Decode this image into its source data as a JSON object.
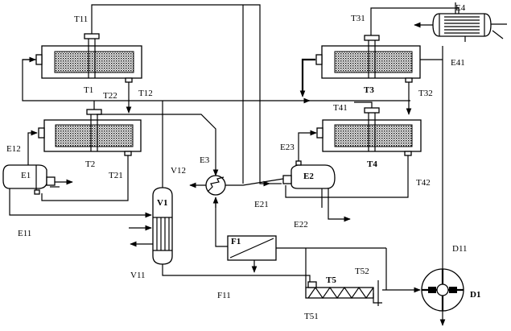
{
  "labels": {
    "T11": "T11",
    "T1": "T1",
    "T12": "T12",
    "T22": "T22",
    "T2": "T2",
    "T21": "T21",
    "E12": "E12",
    "E1": "E1",
    "E11": "E11",
    "E3": "E3",
    "V12": "V12",
    "V1": "V1",
    "V11": "V11",
    "F1": "F1",
    "F11": "F11",
    "E23": "E23",
    "E2": "E2",
    "E21": "E21",
    "E22": "E22",
    "T31": "T31",
    "T3": "T3",
    "T32": "T32",
    "T41": "T41",
    "T4": "T4",
    "T42": "T42",
    "E4": "E4",
    "E41": "E41",
    "T5": "T5",
    "T51": "T51",
    "T52": "T52",
    "D1": "D1",
    "D11": "D11"
  }
}
